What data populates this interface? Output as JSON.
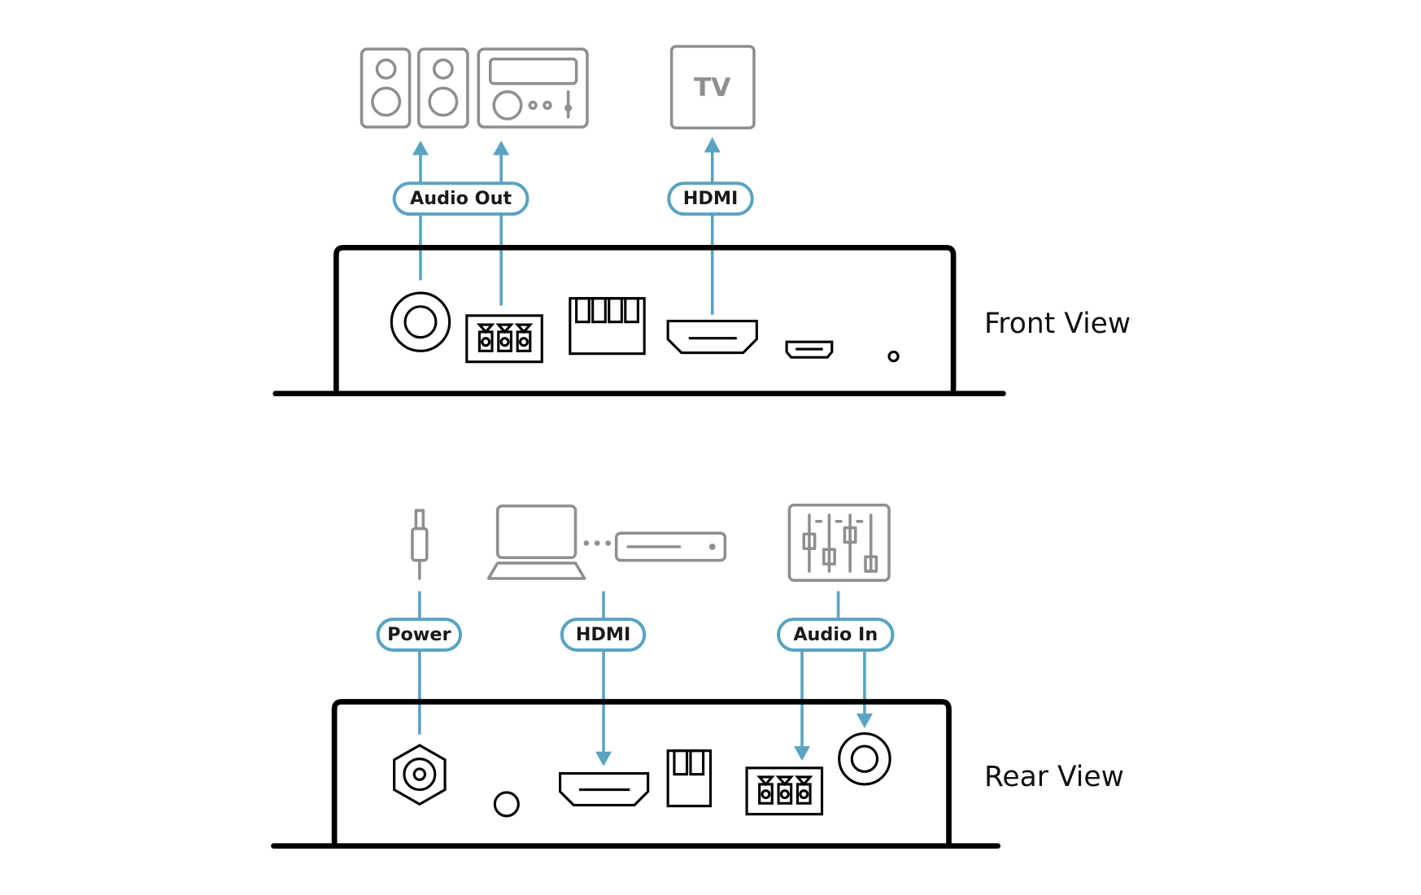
{
  "diagram": {
    "title": "Device connection diagram",
    "colors": {
      "connection": "#5aa3c2",
      "device_outline": "#8f8f8f",
      "chassis": "#000000",
      "background": "#ffffff"
    },
    "front_view": {
      "label": "Front View",
      "external_devices": [
        {
          "name": "Speakers",
          "icon": "speakers-icon"
        },
        {
          "name": "Audio receiver",
          "icon": "audio-receiver-icon"
        },
        {
          "name": "TV",
          "icon": "tv-icon",
          "text": "TV"
        }
      ],
      "connections": [
        {
          "label": "Audio Out",
          "direction": "out",
          "targets": [
            "Speakers",
            "Audio receiver"
          ]
        },
        {
          "label": "HDMI",
          "direction": "out",
          "targets": [
            "TV"
          ]
        }
      ],
      "ports": [
        "audio-rca-jack",
        "terminal-block-3-pin",
        "rj45-port",
        "hdmi-port",
        "micro-usb-port",
        "led-indicator"
      ]
    },
    "rear_view": {
      "label": "Rear View",
      "external_devices": [
        {
          "name": "Power adapter",
          "icon": "power-plug-icon"
        },
        {
          "name": "Laptop",
          "icon": "laptop-icon"
        },
        {
          "name": "Media player",
          "icon": "media-player-icon"
        },
        {
          "name": "Audio mixer",
          "icon": "audio-mixer-icon"
        }
      ],
      "connections": [
        {
          "label": "Power",
          "direction": "in",
          "sources": [
            "Power adapter"
          ]
        },
        {
          "label": "HDMI",
          "direction": "in",
          "sources": [
            "Laptop",
            "Media player"
          ]
        },
        {
          "label": "Audio In",
          "direction": "in",
          "sources": [
            "Audio mixer"
          ]
        }
      ],
      "ports": [
        "dc-power-jack",
        "reset-button",
        "hdmi-port",
        "rj45-port",
        "terminal-block-3-pin",
        "audio-rca-jack"
      ]
    }
  }
}
